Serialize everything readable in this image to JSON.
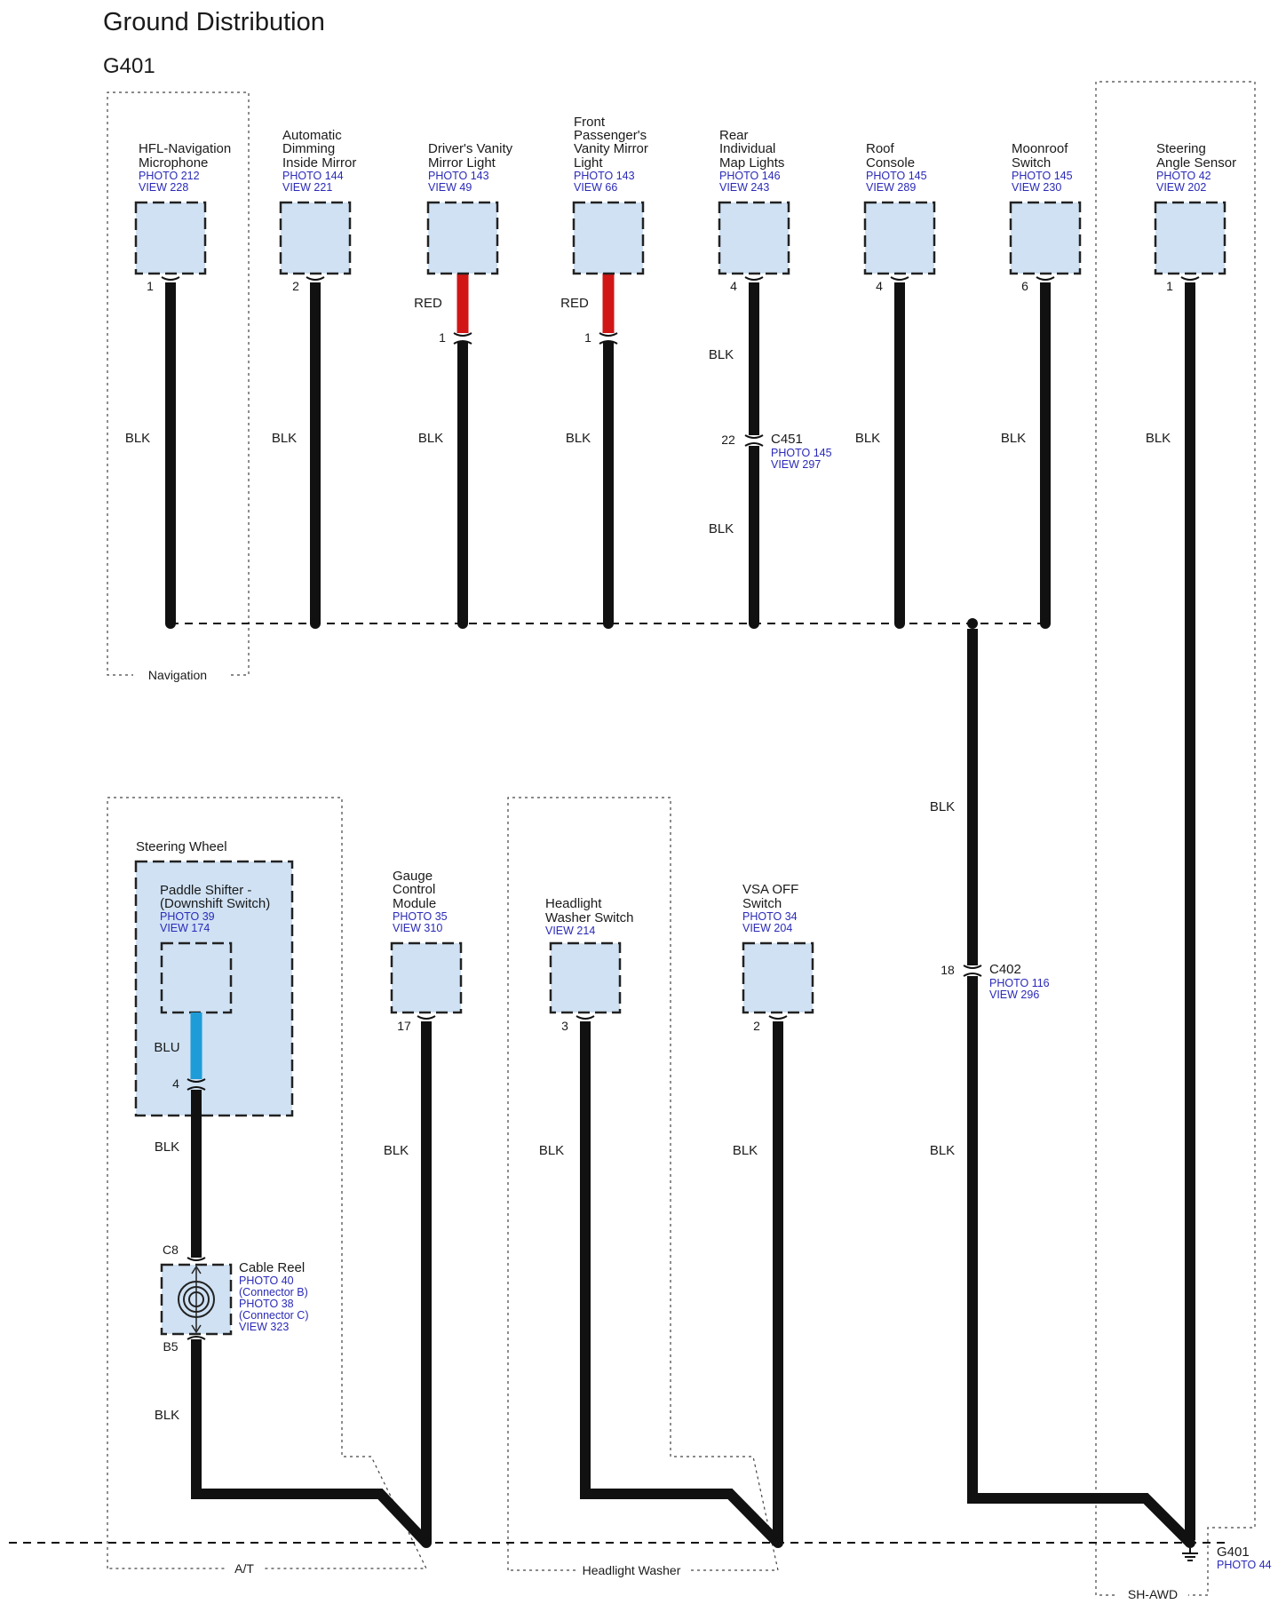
{
  "title": "Ground Distribution",
  "subtitle": "G401",
  "colors": {
    "blk": "#111111",
    "red": "#d11616",
    "blu": "#1e9cd7",
    "component_fill": "#cfe1f3",
    "reference_text": "#2a2ab8"
  },
  "groups": {
    "navigation": "Navigation",
    "at": "A/T",
    "headlight_washer": "Headlight Washer",
    "sh_awd": "SH-AWD",
    "steering_wheel": "Steering Wheel"
  },
  "top_components": [
    {
      "name": [
        "HFL-Navigation",
        "Microphone"
      ],
      "refs": [
        "PHOTO 212",
        "VIEW 228"
      ],
      "pin": "1",
      "wire_upper": "",
      "pin2": "",
      "wire": "BLK"
    },
    {
      "name": [
        "Automatic",
        "Dimming",
        "Inside Mirror"
      ],
      "refs": [
        "PHOTO 144",
        "VIEW 221"
      ],
      "pin": "2",
      "wire_upper": "",
      "pin2": "",
      "wire": "BLK"
    },
    {
      "name": [
        "Driver's Vanity",
        "Mirror Light"
      ],
      "refs": [
        "PHOTO 143",
        "VIEW 49"
      ],
      "pin": "",
      "wire_upper": "RED",
      "pin2": "1",
      "wire": "BLK"
    },
    {
      "name": [
        "Front",
        "Passenger's",
        "Vanity Mirror",
        "Light"
      ],
      "refs": [
        "PHOTO 143",
        "VIEW 66"
      ],
      "pin": "",
      "wire_upper": "RED",
      "pin2": "1",
      "wire": "BLK"
    },
    {
      "name": [
        "Rear",
        "Individual",
        "Map Lights"
      ],
      "refs": [
        "PHOTO 146",
        "VIEW 243"
      ],
      "pin": "4",
      "wire_upper": "BLK",
      "pin2": "22",
      "wire": "BLK"
    },
    {
      "name": [
        "Roof",
        "Console"
      ],
      "refs": [
        "PHOTO 145",
        "VIEW 289"
      ],
      "pin": "4",
      "wire_upper": "",
      "pin2": "",
      "wire": "BLK"
    },
    {
      "name": [
        "Moonroof",
        "Switch"
      ],
      "refs": [
        "PHOTO 145",
        "VIEW 230"
      ],
      "pin": "6",
      "wire_upper": "",
      "pin2": "",
      "wire": "BLK"
    },
    {
      "name": [
        "Steering",
        "Angle Sensor"
      ],
      "refs": [
        "PHOTO 42",
        "VIEW 202"
      ],
      "pin": "1",
      "wire_upper": "",
      "pin2": "",
      "wire": "BLK"
    }
  ],
  "connectors": {
    "c451": {
      "name": "C451",
      "refs": [
        "PHOTO 145",
        "VIEW 297"
      ]
    },
    "c402": {
      "name": "C402",
      "pin": "18",
      "refs": [
        "PHOTO 116",
        "VIEW 296"
      ],
      "wire_upper": "BLK",
      "wire_lower": "BLK"
    }
  },
  "paddle_shifter": {
    "name": [
      "Paddle Shifter -",
      "(Downshift Switch)"
    ],
    "refs": [
      "PHOTO 39",
      "VIEW 174"
    ],
    "wire_upper": "BLU",
    "pin": "4",
    "wire_mid": "BLK",
    "wire_lower": "BLK"
  },
  "cable_reel": {
    "name": "Cable Reel",
    "refs": [
      "PHOTO 40",
      "(Connector B)",
      "PHOTO 38",
      "(Connector C)",
      "VIEW 323"
    ],
    "pin_top": "C8",
    "pin_bottom": "B5"
  },
  "bottom_components": [
    {
      "name": [
        "Gauge",
        "Control",
        "Module"
      ],
      "refs": [
        "PHOTO 35",
        "VIEW 310"
      ],
      "pin": "17",
      "wire": "BLK"
    },
    {
      "name": [
        "Headlight",
        "Washer Switch"
      ],
      "refs": [
        "VIEW 214"
      ],
      "pin": "3",
      "wire": "BLK"
    },
    {
      "name": [
        "VSA OFF",
        "Switch"
      ],
      "refs": [
        "PHOTO 34",
        "VIEW 204"
      ],
      "pin": "2",
      "wire": "BLK"
    }
  ],
  "ground": {
    "name": "G401",
    "refs": [
      "PHOTO 44"
    ]
  }
}
